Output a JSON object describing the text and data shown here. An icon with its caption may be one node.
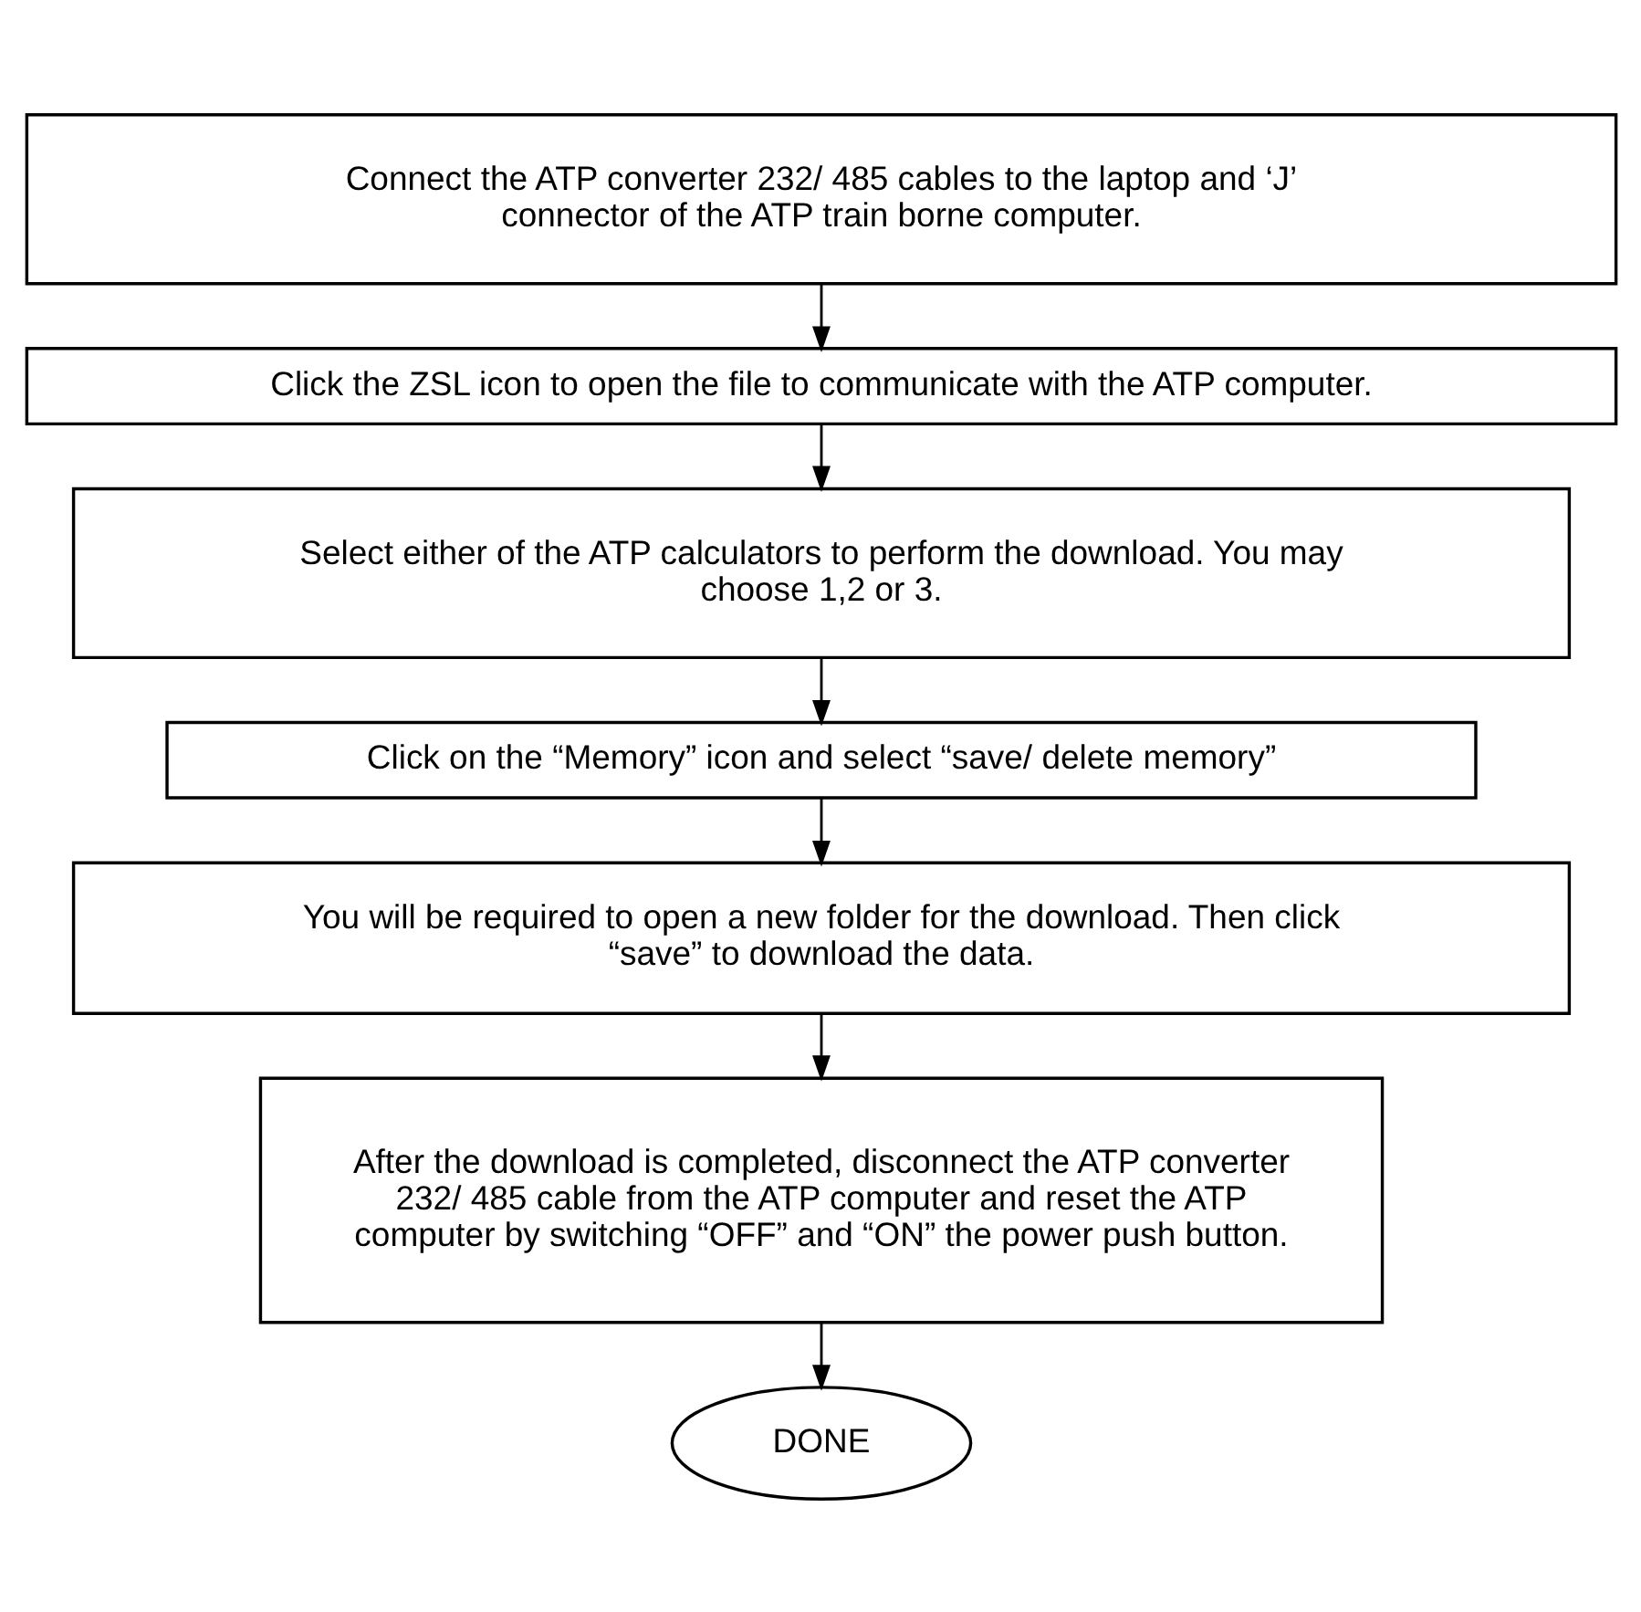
{
  "diagram": {
    "nodes": [
      {
        "text": [
          "Connect the ATP converter 232/ 485 cables to the laptop and ‘J’ connector of the ATP train borne computer."
        ]
      },
      {
        "text": [
          "Click the ZSL icon to open the file to communicate with the ATP computer."
        ]
      },
      {
        "text": [
          "Select either of the ATP calculators to perform the download. You may choose 1,2 or 3."
        ]
      },
      {
        "text": [
          "Click on the “Memory” icon and select “save/ delete memory”"
        ]
      },
      {
        "text": [
          "You will be required to open a new folder for the download. Then click “save” to download the data."
        ]
      },
      {
        "text": [
          "After the download is completed, disconnect the ATP converter 232/ 485 cable from the ATP computer and reset the ATP computer by switching “OFF” and “ON” the power push button."
        ]
      },
      {
        "text": [
          "DONE"
        ]
      }
    ],
    "edges": [
      {
        "from": 0,
        "to": 1,
        "arrow": "to"
      },
      {
        "from": 1,
        "to": 2,
        "arrow": "to"
      },
      {
        "from": 2,
        "to": 3,
        "arrow": "to"
      },
      {
        "from": 3,
        "to": 4,
        "arrow": "to"
      },
      {
        "from": 4,
        "to": 5,
        "arrow": "to"
      },
      {
        "from": 5,
        "to": 6,
        "arrow": "to"
      }
    ]
  }
}
